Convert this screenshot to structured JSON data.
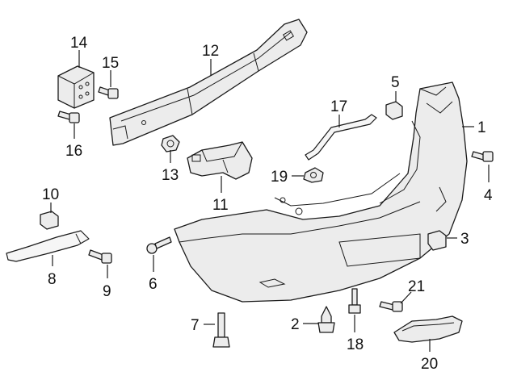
{
  "callouts": [
    {
      "key": "c1",
      "text": "1"
    },
    {
      "key": "c2",
      "text": "2"
    },
    {
      "key": "c3",
      "text": "3"
    },
    {
      "key": "c4",
      "text": "4"
    },
    {
      "key": "c5",
      "text": "5"
    },
    {
      "key": "c6",
      "text": "6"
    },
    {
      "key": "c7",
      "text": "7"
    },
    {
      "key": "c8",
      "text": "8"
    },
    {
      "key": "c9",
      "text": "9"
    },
    {
      "key": "c10",
      "text": "10"
    },
    {
      "key": "c11",
      "text": "11"
    },
    {
      "key": "c12",
      "text": "12"
    },
    {
      "key": "c13",
      "text": "13"
    },
    {
      "key": "c14",
      "text": "14"
    },
    {
      "key": "c15",
      "text": "15"
    },
    {
      "key": "c16",
      "text": "16"
    },
    {
      "key": "c17",
      "text": "17"
    },
    {
      "key": "c18",
      "text": "18"
    },
    {
      "key": "c19",
      "text": "19"
    },
    {
      "key": "c20",
      "text": "20"
    },
    {
      "key": "c21",
      "text": "21"
    }
  ],
  "colors": {
    "line": "#1a1a1a",
    "part_fill": "#ececec",
    "background": "#ffffff"
  }
}
